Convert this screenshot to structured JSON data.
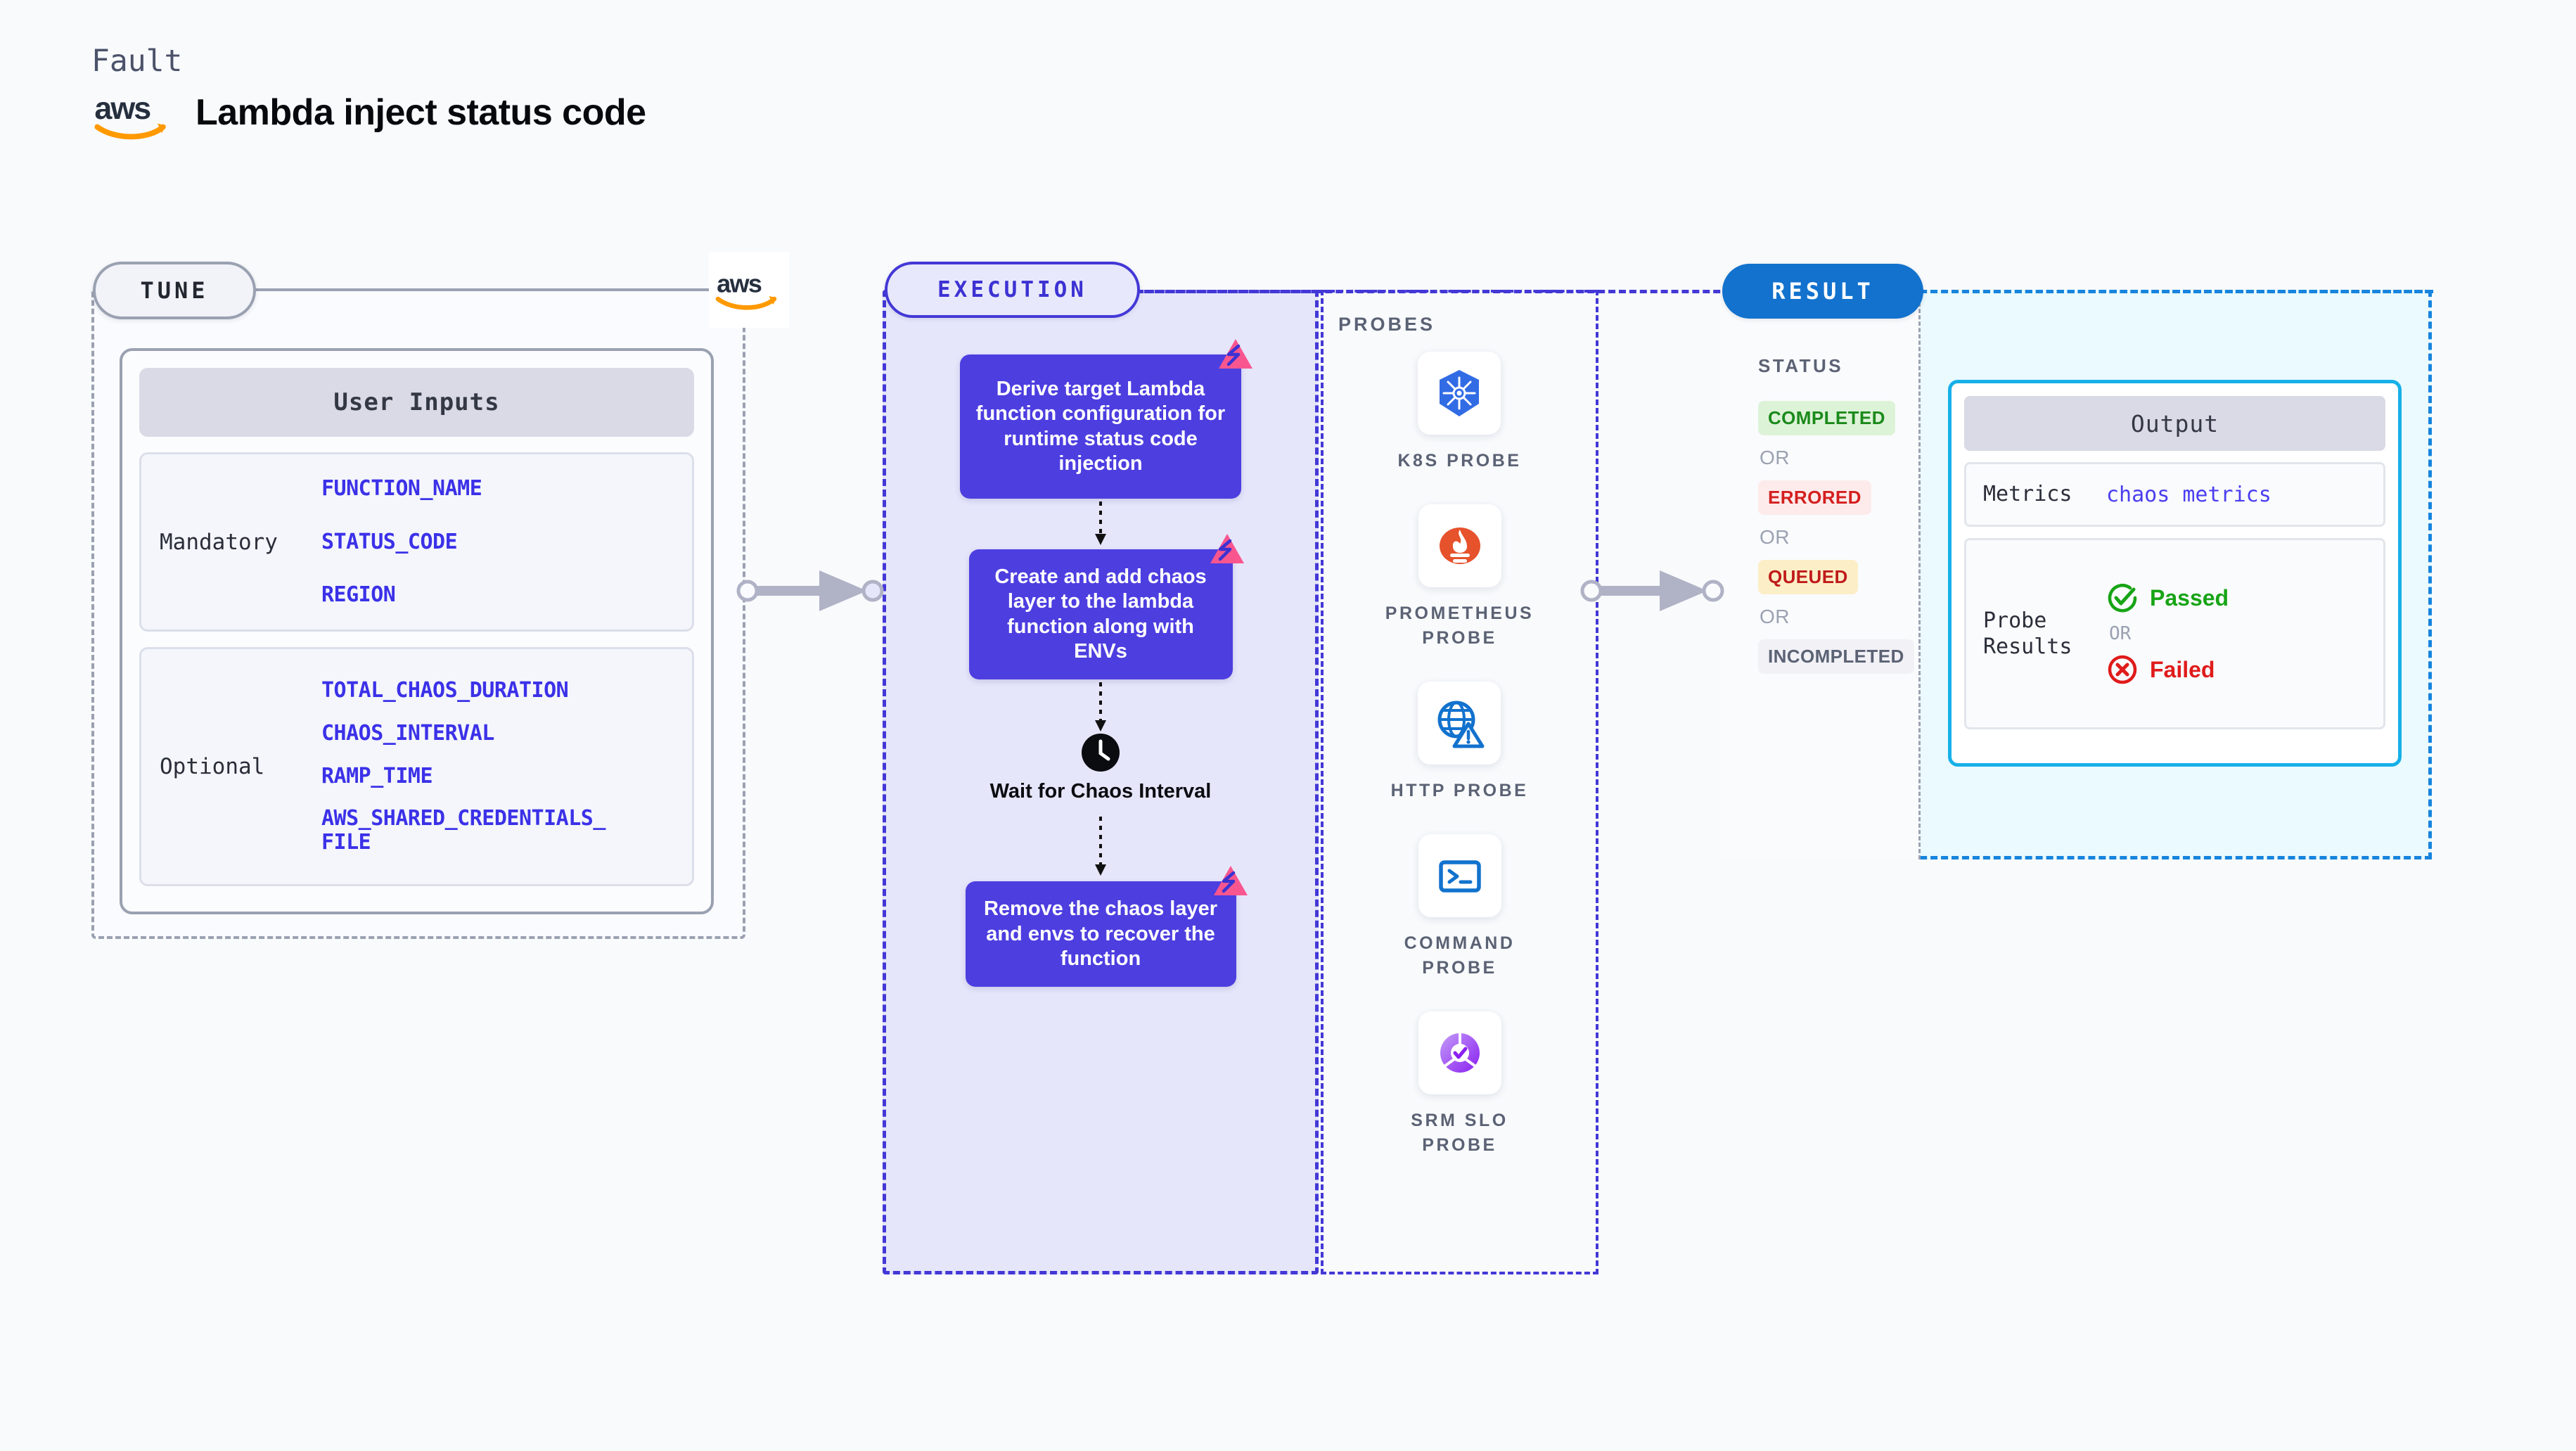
{
  "header": {
    "kicker": "Fault",
    "title": "Lambda inject status code",
    "logo_icon": "aws-logo-icon"
  },
  "tune": {
    "pill_label": "TUNE",
    "aws_badge_icon": "aws-logo-icon",
    "card_title": "User Inputs",
    "groups": [
      {
        "label": "Mandatory",
        "vars": [
          "FUNCTION_NAME",
          "STATUS_CODE",
          "REGION"
        ]
      },
      {
        "label": "Optional",
        "vars": [
          "TOTAL_CHAOS_DURATION",
          "CHAOS_INTERVAL",
          "RAMP_TIME",
          "AWS_SHARED_CREDENTIALS_\nFILE"
        ]
      }
    ]
  },
  "execution": {
    "pill_label": "EXECUTION",
    "steps": [
      {
        "text": "Derive target Lambda function configuration for runtime status code injection",
        "marker_icon": "litmus-chaos-icon"
      },
      {
        "text": "Create and add chaos layer to the lambda function along with ENVs",
        "marker_icon": "litmus-chaos-icon"
      },
      {
        "text": "Remove the chaos layer and envs to recover the function",
        "marker_icon": "litmus-chaos-icon"
      }
    ],
    "wait": {
      "label": "Wait for Chaos Interval",
      "icon": "clock-icon"
    }
  },
  "probes": {
    "section_label": "PROBES",
    "items": [
      {
        "name": "K8S PROBE",
        "icon": "kubernetes-icon"
      },
      {
        "name": "PROMETHEUS PROBE",
        "icon": "prometheus-icon"
      },
      {
        "name": "HTTP PROBE",
        "icon": "http-globe-warning-icon"
      },
      {
        "name": "COMMAND PROBE",
        "icon": "terminal-icon"
      },
      {
        "name": "SRM SLO PROBE",
        "icon": "srm-slo-icon"
      }
    ]
  },
  "result": {
    "pill_label": "RESULT",
    "status_heading": "STATUS",
    "or_label": "OR",
    "statuses": [
      {
        "label": "COMPLETED",
        "bg": "#ddf3d8",
        "fg": "#1b8a1b"
      },
      {
        "label": "ERRORED",
        "bg": "#fdebeb",
        "fg": "#d41f1f"
      },
      {
        "label": "QUEUED",
        "bg": "#fcefc7",
        "fg": "#c01a1a"
      },
      {
        "label": "INCOMPLETED",
        "bg": "#f1f1f6",
        "fg": "#5b6274"
      }
    ],
    "output": {
      "title": "Output",
      "metrics_key": "Metrics",
      "metrics_value": "chaos metrics",
      "probe_key": "Probe\nResults",
      "passed_label": "Passed",
      "passed_icon": "check-circle-icon",
      "failed_label": "Failed",
      "failed_icon": "x-circle-icon",
      "or_label": "OR"
    }
  },
  "colors": {
    "page_bg": "#f8fafc",
    "tune_border": "#9aa1b1",
    "execution_accent": "#4338d6",
    "execution_bg": "#e6e6fb",
    "step_fill": "#4d3ee0",
    "result_accent": "#1784dd",
    "result_bg": "#eafaff",
    "result_pill": "#1272ce",
    "output_border": "#17b0e8",
    "var_text": "#3b31e8",
    "litmus_pink": "#f9568f"
  }
}
